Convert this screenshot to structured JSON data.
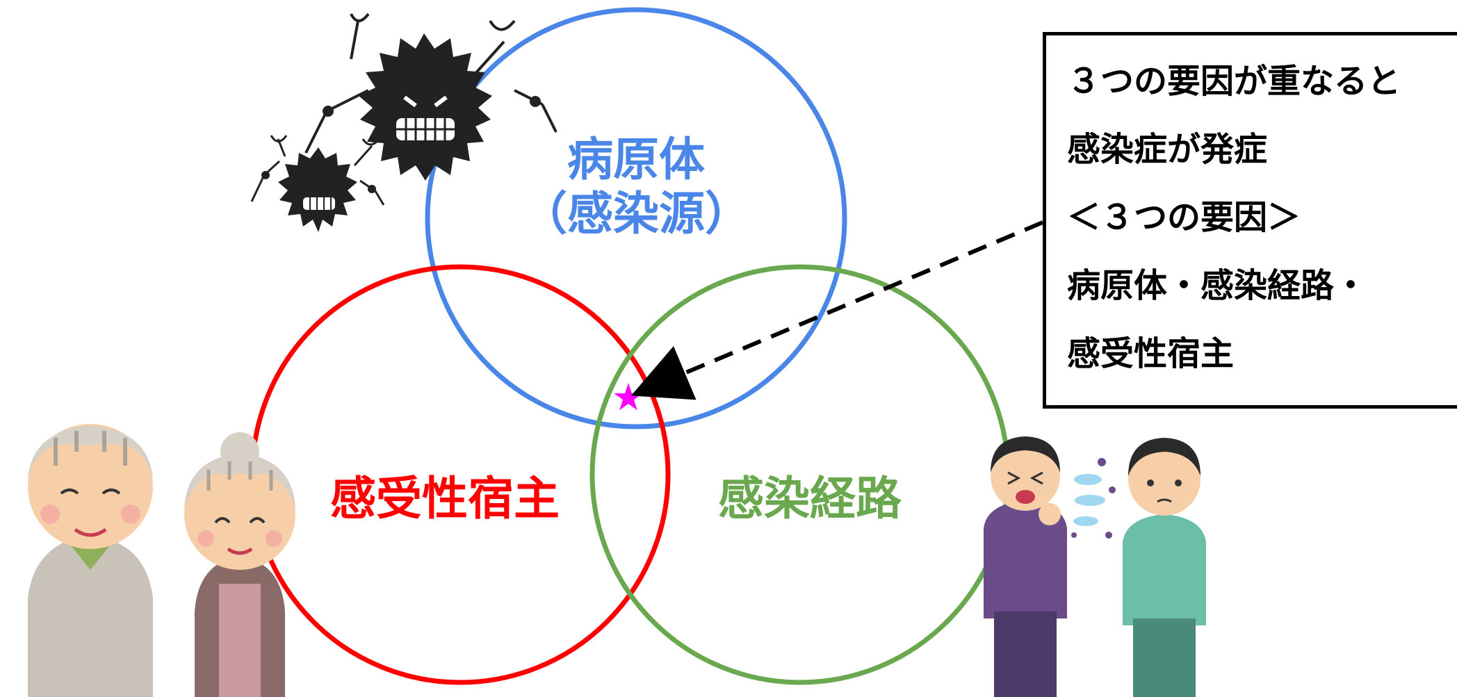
{
  "circles": {
    "pathogen": {
      "line1": "病原体",
      "line2": "（感染源）",
      "color": "#4a86e8"
    },
    "host": {
      "label": "感受性宿主",
      "color": "#ff0000"
    },
    "route": {
      "label": "感染経路",
      "color": "#6aa84f"
    }
  },
  "intersection_marker": {
    "symbol": "★",
    "color": "#ff00ff"
  },
  "callout": {
    "lines": [
      "３つの要因が重なると",
      "感染症が発症",
      "＜３つの要因＞",
      "病原体・感染経路・",
      "感受性宿主"
    ]
  },
  "colors": {
    "virus": "#222222",
    "cougher_shirt": "#6b4c8a",
    "listener_shirt": "#6bbfa8",
    "elder_vest": "#c8c2b8",
    "elder_shirt": "#8fb05a"
  }
}
